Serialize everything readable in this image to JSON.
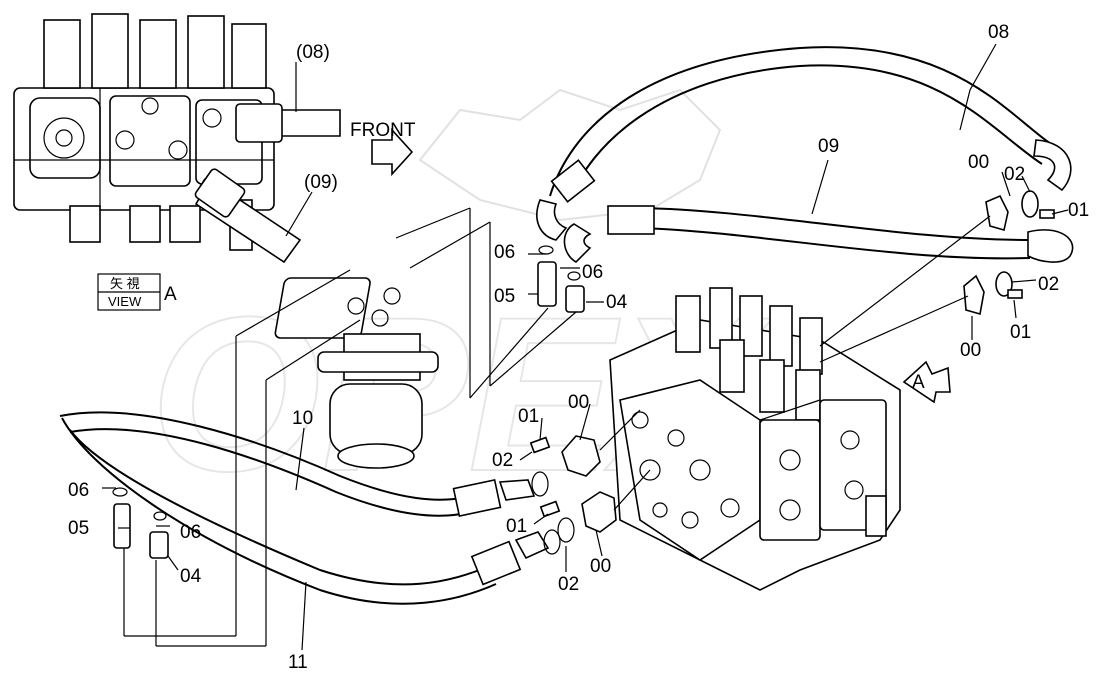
{
  "diagram": {
    "view_box": {
      "kanji": "矢 視",
      "view": "VIEW",
      "letter": "A"
    },
    "front_label": "FRONT",
    "arrow_a": "A",
    "callouts": {
      "p08_ref": "(08)",
      "p09_ref": "(09)",
      "p08": "08",
      "p09": "09",
      "p10": "10",
      "p11": "11",
      "p00_a": "00",
      "p02_a": "02",
      "p01_a": "01",
      "p02_b": "02",
      "p01_b": "01",
      "p00_b": "00",
      "p06_a": "06",
      "p06_b": "06",
      "p05_a": "05",
      "p04_a": "04",
      "p01_c": "01",
      "p00_c": "00",
      "p02_c": "02",
      "p01_d": "01",
      "p02_d": "02",
      "p00_d": "00",
      "p06_c": "06",
      "p05_b": "05",
      "p06_d": "06",
      "p04_b": "04"
    }
  }
}
